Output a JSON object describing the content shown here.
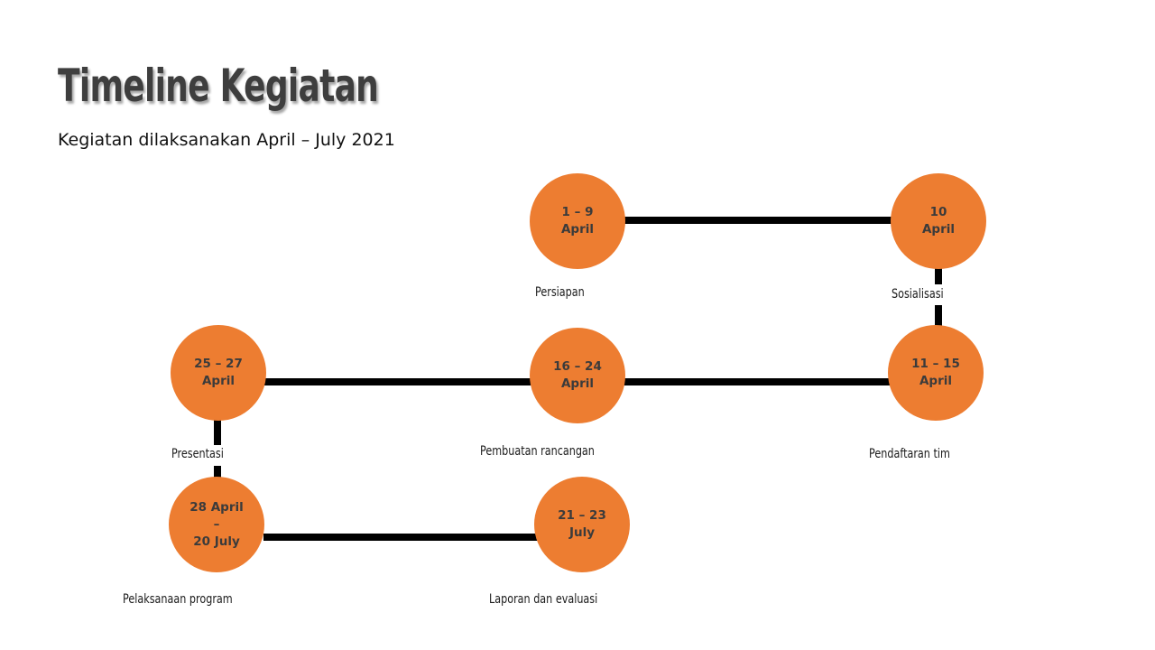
{
  "slide": {
    "title": "Timeline Kegiatan",
    "subtitle": "Kegiatan dilaksanakan April – July 2021",
    "accent_color": "#ED7D31"
  },
  "milestones": [
    {
      "date_line1": "1 – 9",
      "date_line2": "April",
      "label": "Persiapan"
    },
    {
      "date_line1": "10",
      "date_line2": "April",
      "label": "Sosialisasi"
    },
    {
      "date_line1": "11 – 15",
      "date_line2": "April",
      "label": "Pendaftaran tim"
    },
    {
      "date_line1": "16 – 24",
      "date_line2": "April",
      "label": "Pembuatan rancangan"
    },
    {
      "date_line1": "25 – 27",
      "date_line2": "April",
      "label": "Presentasi"
    },
    {
      "date_line1": "28 April",
      "date_line2": "–",
      "date_line3": "20 July",
      "label": "Pelaksanaan program"
    },
    {
      "date_line1": "21 – 23",
      "date_line2": "July",
      "label": "Laporan dan evaluasi"
    }
  ]
}
